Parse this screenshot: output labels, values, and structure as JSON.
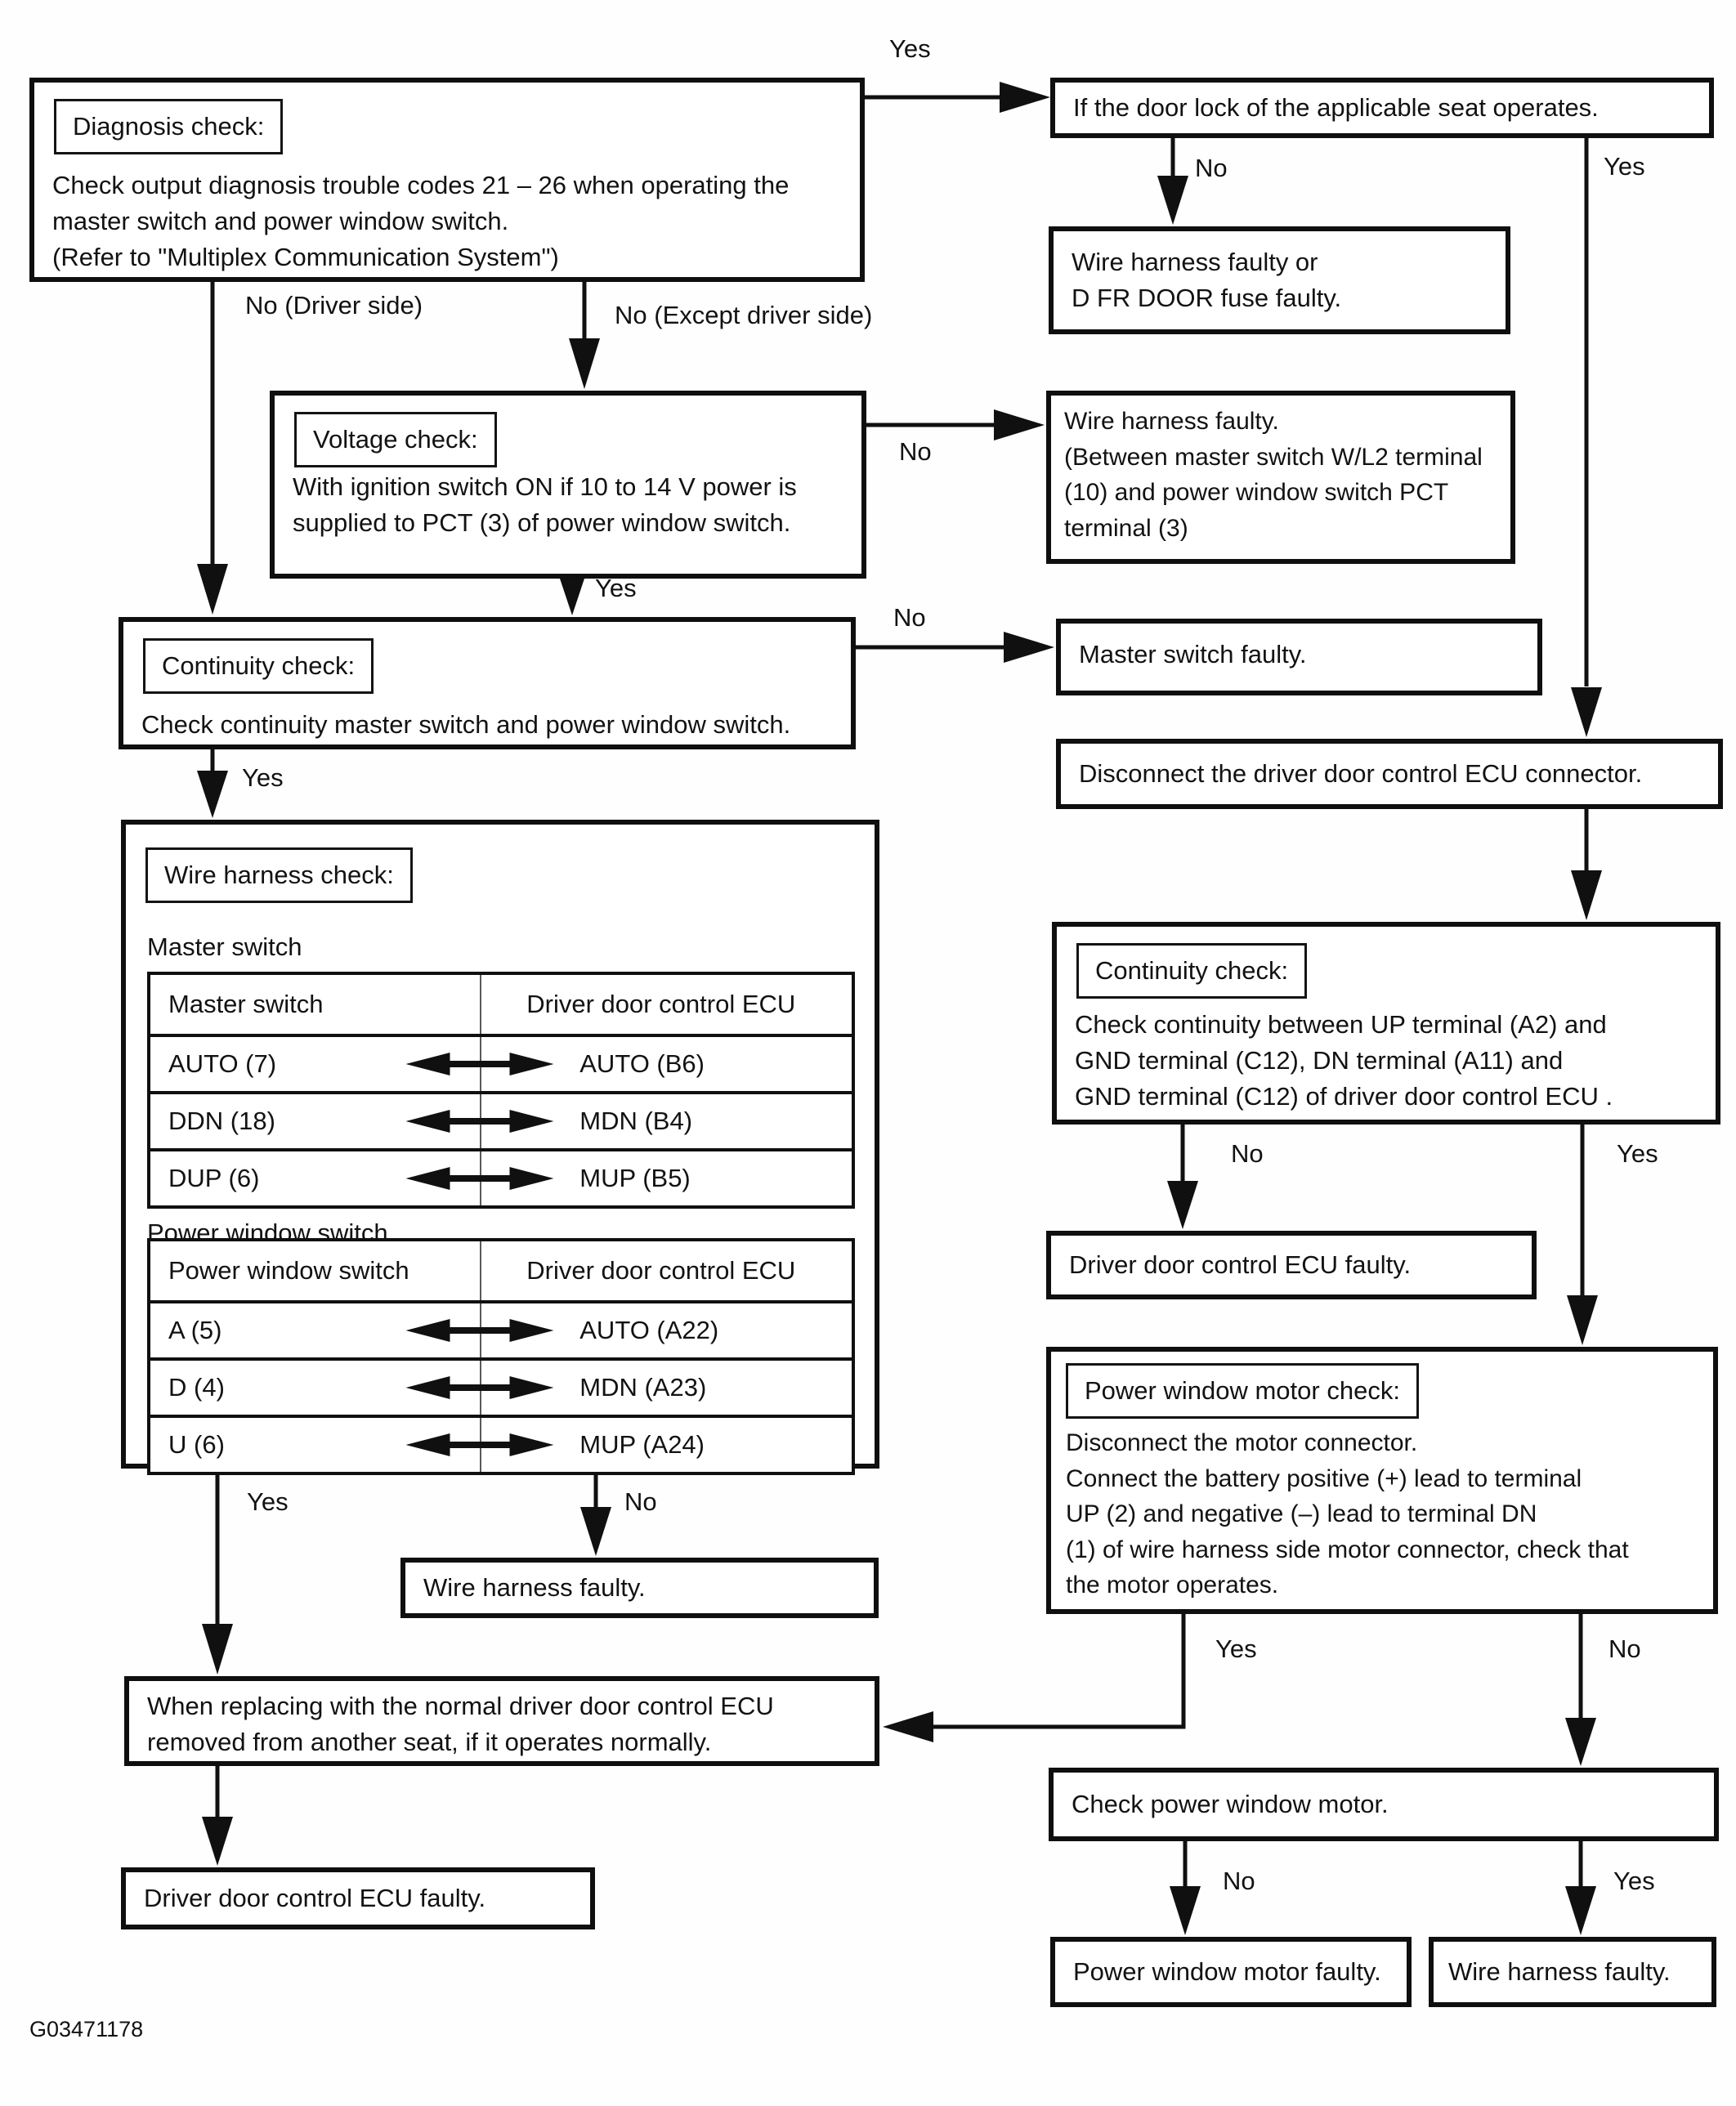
{
  "figure_id": "G03471178",
  "edge_labels": {
    "diag_yes": "Yes",
    "diag_no_driver": "No (Driver side)",
    "diag_no_except": "No (Except driver side)",
    "doorlock_no": "No",
    "doorlock_yes": "Yes",
    "voltage_no": "No",
    "voltage_yes": "Yes",
    "cont1_no": "No",
    "cont1_yes": "Yes",
    "wh_yes": "Yes",
    "wh_no": "No",
    "cont2_no": "No",
    "cont2_yes": "Yes",
    "motor_yes": "Yes",
    "motor_no": "No",
    "checkmotor_no": "No",
    "checkmotor_yes": "Yes"
  },
  "nodes": {
    "diagnosis": {
      "title": "Diagnosis check:",
      "text": "Check output diagnosis trouble codes 21 – 26 when operating the\nmaster switch and power window switch.\n(Refer to \"Multiplex Communication System\")"
    },
    "door_lock": {
      "text": "If the door lock of the applicable seat operates."
    },
    "harness_fuse": {
      "text": "Wire harness faulty or\nD FR DOOR fuse faulty."
    },
    "voltage": {
      "title": "Voltage check:",
      "text": "With ignition switch ON if 10 to 14 V power is\nsupplied to PCT (3) of power window switch."
    },
    "harness_between": {
      "text": "Wire harness faulty.\n(Between master switch W/L2 terminal\n(10) and power window switch PCT\nterminal (3)"
    },
    "continuity1": {
      "title": "Continuity check:",
      "text": "Check continuity master switch and power window switch."
    },
    "master_faulty": {
      "text": "Master switch faulty."
    },
    "disconnect_ecu": {
      "text": "Disconnect the driver door control ECU connector."
    },
    "wire_harness_check": {
      "title": "Wire harness check:",
      "section1": "Master switch",
      "table1": {
        "headers": [
          "Master switch",
          "Driver door control ECU"
        ],
        "rows": [
          [
            "AUTO (7)",
            "AUTO (B6)"
          ],
          [
            "DDN (18)",
            "MDN (B4)"
          ],
          [
            "DUP (6)",
            "MUP (B5)"
          ]
        ]
      },
      "section2": "Power window switch",
      "table2": {
        "headers": [
          "Power window switch",
          "Driver door control ECU"
        ],
        "rows": [
          [
            "A (5)",
            "AUTO (A22)"
          ],
          [
            "D (4)",
            "MDN (A23)"
          ],
          [
            "U (6)",
            "MUP (A24)"
          ]
        ]
      }
    },
    "continuity2": {
      "title": "Continuity check:",
      "text": "Check continuity between UP terminal (A2) and\nGND terminal (C12), DN terminal (A11) and\nGND terminal (C12) of driver door control ECU ."
    },
    "ecu_faulty_right": {
      "text": "Driver door control ECU faulty."
    },
    "motor_check": {
      "title": "Power window motor check:",
      "text": "Disconnect the motor connector.\nConnect the battery positive (+) lead to terminal\nUP (2) and negative (–) lead to terminal DN\n(1) of wire harness side motor connector, check that\nthe motor operates."
    },
    "harness_faulty_mid": {
      "text": "Wire harness faulty."
    },
    "when_replacing": {
      "text": "When replacing with the normal driver door control ECU\nremoved from another seat, if it operates normally."
    },
    "ecu_faulty_bottom": {
      "text": "Driver door control ECU faulty."
    },
    "check_motor": {
      "text": "Check power window motor."
    },
    "motor_faulty": {
      "text": "Power window motor faulty."
    },
    "harness_faulty_bottom": {
      "text": "Wire harness faulty."
    }
  }
}
